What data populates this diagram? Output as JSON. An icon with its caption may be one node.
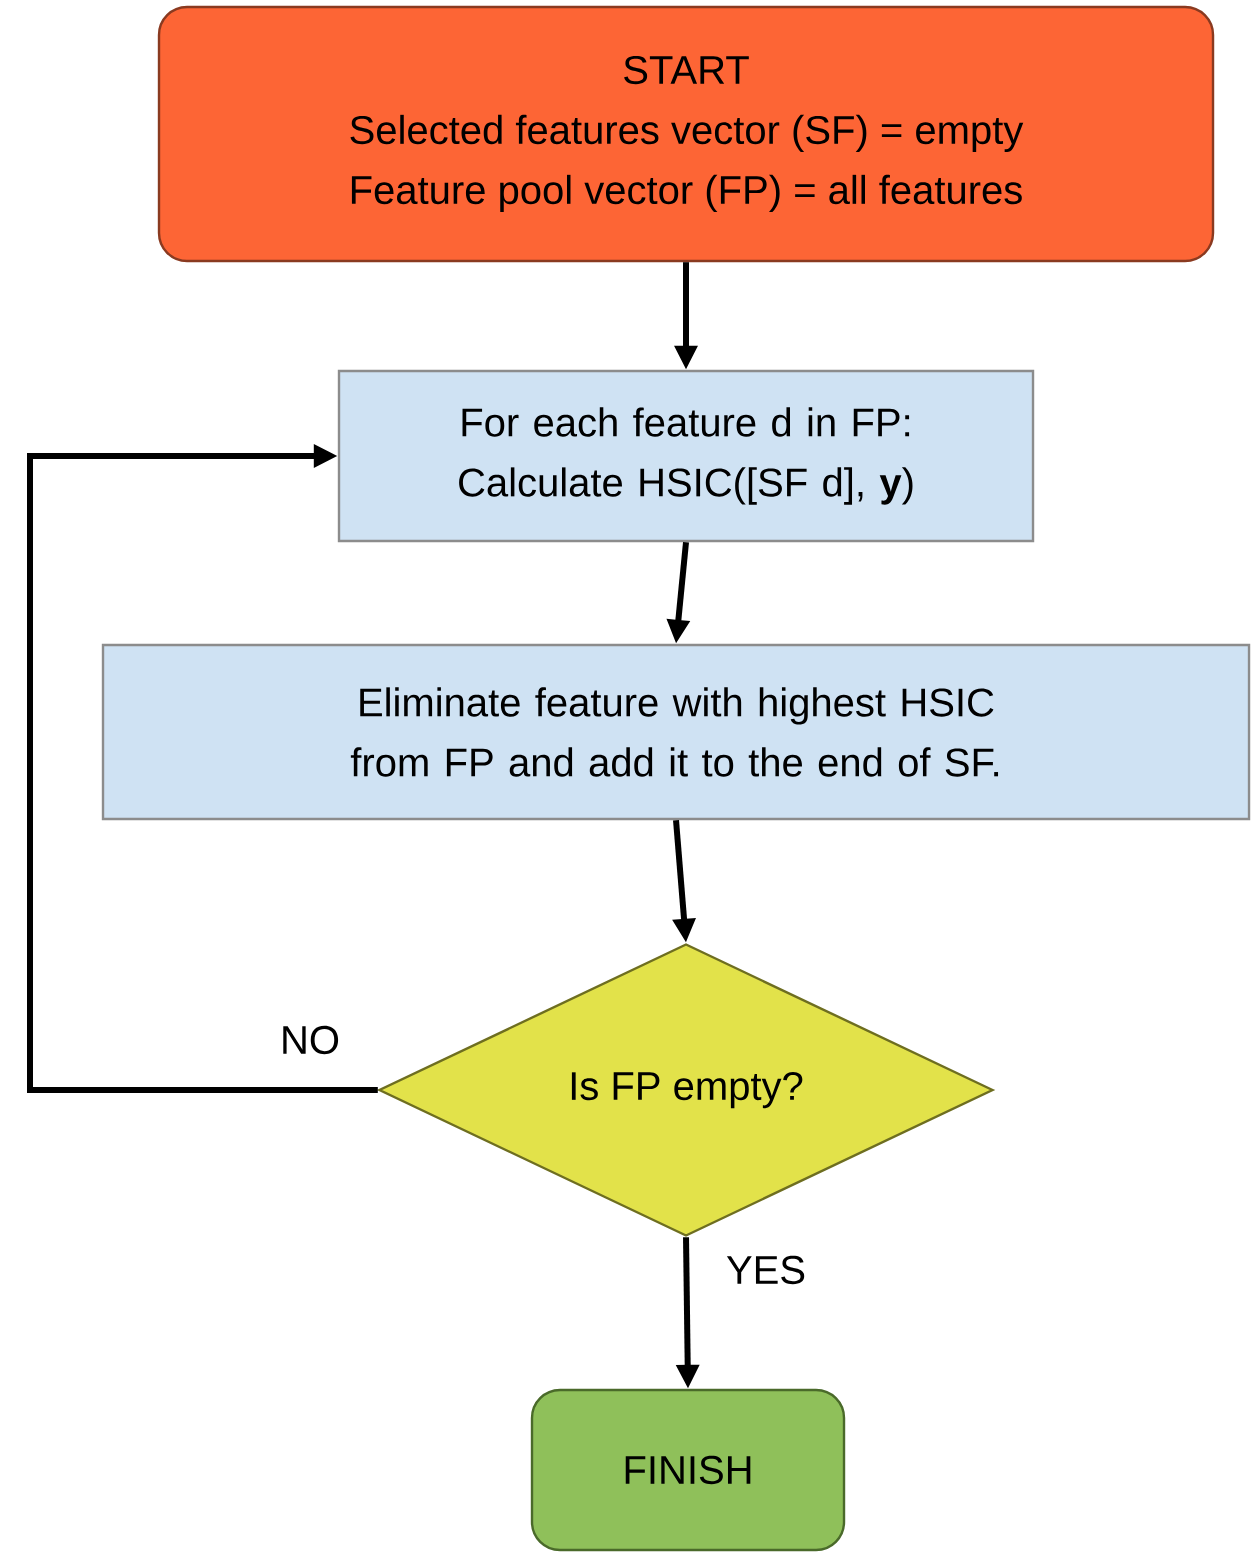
{
  "diagram": {
    "nodes": [
      {
        "text": [
          "START",
          "Selected features vector (SF) = empty",
          "Feature pool vector (FP) = all features"
        ]
      },
      {
        "text": [
          "For each feature d in FP: Calculate HSIC([SF d], **y**)"
        ]
      },
      {
        "text": [
          "Eliminate feature with highest HSIC from FP and add it to the end of SF."
        ]
      },
      {
        "text": [
          "Is FP empty?"
        ]
      },
      {
        "text": [
          "FINISH"
        ]
      }
    ],
    "edges": [
      {
        "from": 0,
        "to": 1,
        "arrow": "to"
      },
      {
        "from": 1,
        "to": 2,
        "arrow": "to"
      },
      {
        "from": 2,
        "to": 3,
        "arrow": "to"
      },
      {
        "from": 3,
        "to": 4,
        "arrow": "to",
        "label": "YES"
      },
      {
        "from": 3,
        "to": 1,
        "arrow": "to",
        "label": "NO"
      }
    ]
  }
}
